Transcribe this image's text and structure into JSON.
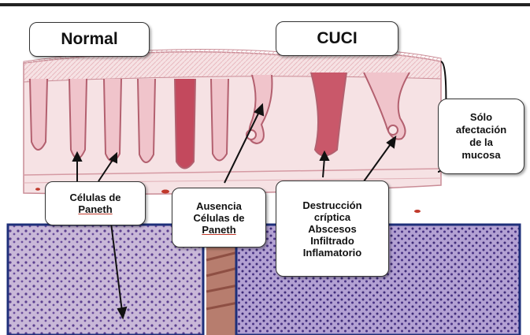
{
  "titles": {
    "normal": "Normal",
    "cuci": "CUCI"
  },
  "labels": {
    "paneth_normal": {
      "line1": "Células de",
      "line2": "Paneth"
    },
    "paneth_absent": {
      "line1": "Ausencia",
      "line2": "Células de",
      "line3": "Paneth"
    },
    "destruction": {
      "line1": "Destrucción",
      "line2": "críptica",
      "line3": "Abscesos",
      "line4": "Infiltrado",
      "line5": "Inflamatorio"
    },
    "mucosa_only": {
      "line1": "Sólo",
      "line2": "afectación",
      "line3": "de la",
      "line4": "mucosa"
    }
  },
  "colors": {
    "mucosa": "#d98c9a",
    "lumen": "#f4d7da",
    "histology_left": "#b9a6cc",
    "histology_right": "#9d86c4",
    "frame": "#1e2f7a"
  }
}
